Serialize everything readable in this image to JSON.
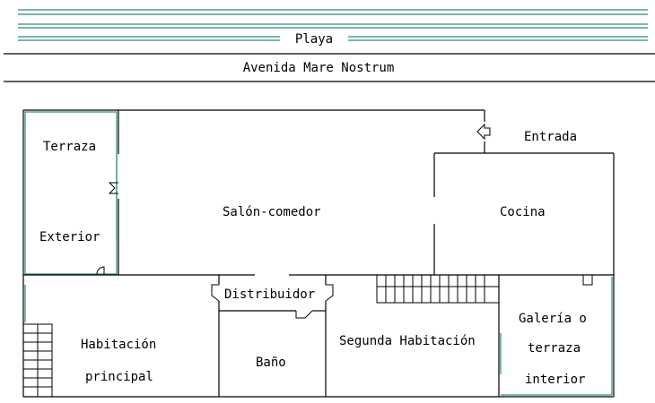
{
  "labels": {
    "beach": "Playa",
    "avenue": "Avenida Mare Nostrum",
    "entrance": "Entrada",
    "terrace": "Terraza",
    "exterior": "Exterior",
    "living_dining": "Salón-comedor",
    "kitchen": "Cocina",
    "hallway": "Distribuidor",
    "master_bedroom_1": "Habitación",
    "master_bedroom_2": "principal",
    "bathroom": "Baño",
    "second_bedroom": "Segunda Habitación",
    "gallery_1": "Galería o",
    "gallery_2": "terraza",
    "gallery_3": "interior"
  },
  "colors": {
    "wall": "#000000",
    "glass": "#2a8a7a",
    "background": "#ffffff"
  }
}
